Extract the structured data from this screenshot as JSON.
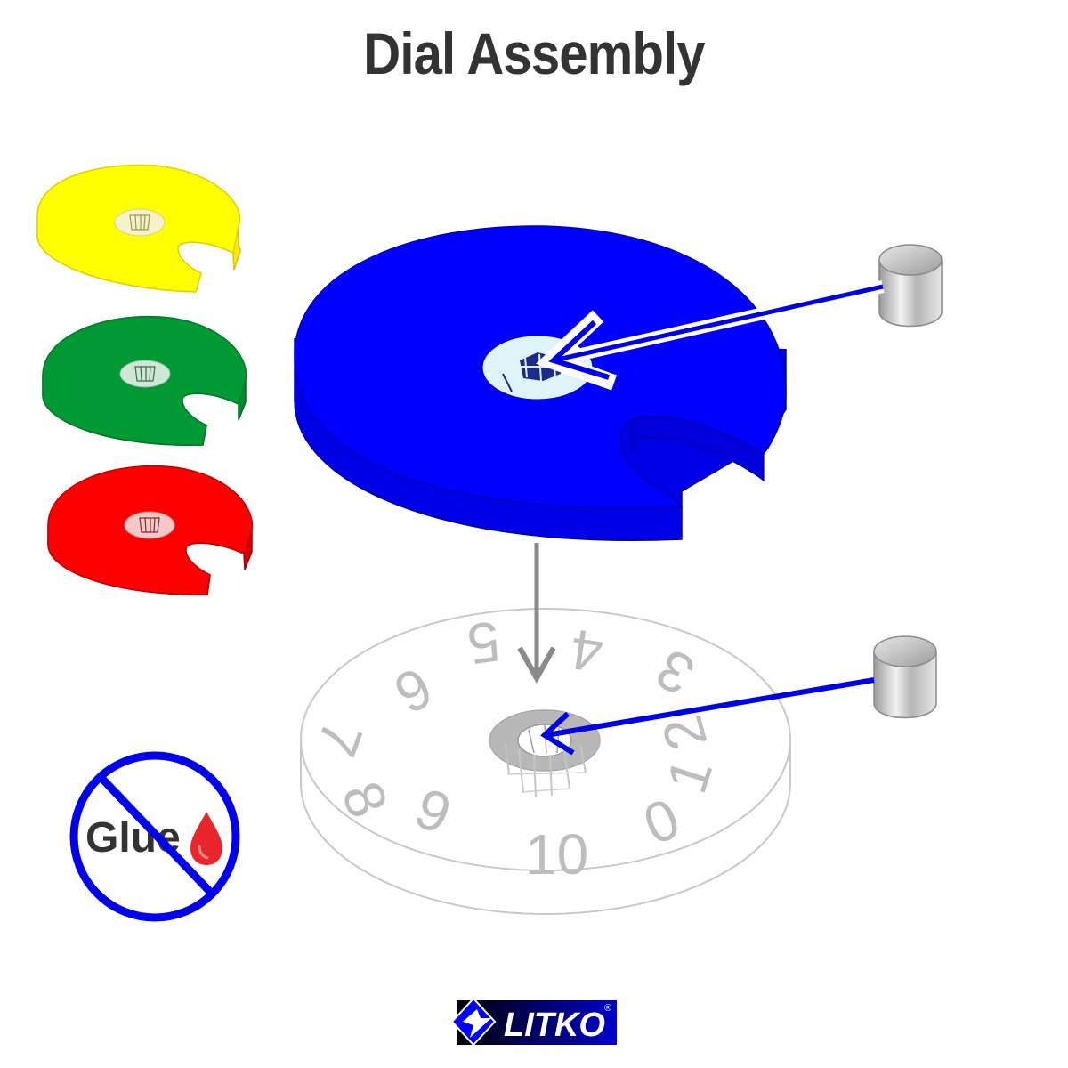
{
  "title": "Dial Assembly",
  "dial_numbers": [
    "10",
    "0",
    "1",
    "2",
    "3",
    "4",
    "5",
    "6",
    "7",
    "8",
    "9"
  ],
  "glue_label": "Glue",
  "logo": {
    "text": "LITKO",
    "registered": "®"
  },
  "colors": {
    "blue_disc": "#0000ff",
    "yellow_disc": "#ffff00",
    "green_disc": "#009933",
    "red_disc": "#ff0000",
    "arrow_blue": "#0000e6",
    "arrow_gray": "#8a8a8a",
    "ghost_dial": "#c8c8c8",
    "glue_drop": "#e8262c"
  },
  "icons": [
    "magnet-icon",
    "no-glue-icon",
    "glue-drop-icon",
    "litko-logo-icon",
    "down-arrow-icon"
  ]
}
